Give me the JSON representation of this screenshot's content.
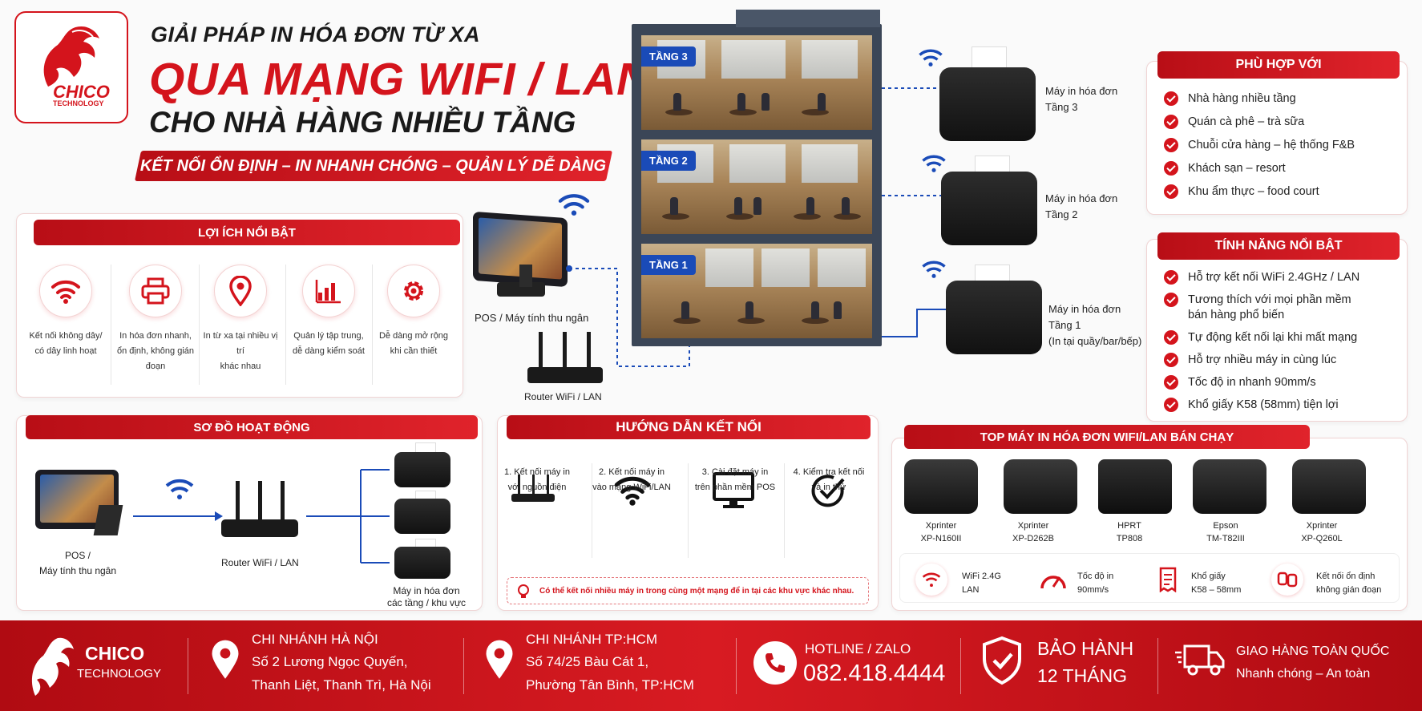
{
  "brand": {
    "name": "CHICO",
    "sub": "TECHNOLOGY"
  },
  "headline": {
    "line1": "GIẢI PHÁP IN HÓA ĐƠN TỪ XA",
    "line2": "QUA MẠNG WIFI / LAN",
    "line3": "CHO NHÀ HÀNG NHIỀU TẦNG",
    "slogan": "KẾT NỐI ỔN ĐỊNH – IN NHANH CHÓNG – QUẢN LÝ DỄ DÀNG"
  },
  "benefits": {
    "title": "LỢI ÍCH NỔI BẬT",
    "items": [
      {
        "l1": "Kết nối không dây/",
        "l2": "có dây linh hoạt",
        "icon": "wifi-icon"
      },
      {
        "l1": "In hóa đơn nhanh,",
        "l2": "ổn định, không gián đoạn",
        "icon": "printer-icon"
      },
      {
        "l1": "In từ xa tại nhiều vị trí",
        "l2": "khác nhau",
        "icon": "location-pin-icon"
      },
      {
        "l1": "Quản lý tập trung,",
        "l2": "dễ dàng kiểm soát",
        "icon": "bar-chart-icon"
      },
      {
        "l1": "Dễ dàng mở rộng",
        "l2": "khi cần thiết",
        "icon": "gear-icon"
      }
    ]
  },
  "floors": {
    "f3": "TẦNG 3",
    "f2": "TẦNG 2",
    "f1": "TẦNG 1"
  },
  "devices": {
    "pos": "POS / Máy tính thu ngân",
    "router": "Router WiFi / LAN"
  },
  "printers": {
    "p3": {
      "l1": "Máy in hóa đơn",
      "l2": "Tầng 3"
    },
    "p2": {
      "l1": "Máy in hóa đơn",
      "l2": "Tầng 2"
    },
    "p1": {
      "l1": "Máy in hóa đơn",
      "l2": "Tầng 1",
      "l3": "(In tại quầy/bar/bếp)"
    }
  },
  "suitable": {
    "title": "PHÙ HỢP VỚI",
    "items": [
      "Nhà hàng nhiều tầng",
      "Quán cà phê – trà sữa",
      "Chuỗi cửa hàng – hệ thống F&B",
      "Khách sạn – resort",
      "Khu ẩm thực – food court"
    ]
  },
  "features": {
    "title": "TÍNH NĂNG NỔI BẬT",
    "items": [
      "Hỗ trợ kết nối WiFi 2.4GHz / LAN",
      "Tương thích với mọi phần mềm",
      "bán hàng phổ biến",
      "Tự động kết nối lại khi mất mạng",
      "Hỗ trợ nhiều máy in cùng lúc",
      "Tốc độ in nhanh 90mm/s",
      "Khổ giấy K58 (58mm) tiện lợi"
    ]
  },
  "diagram": {
    "title": "SƠ ĐỒ HOẠT ĐỘNG",
    "pos1": "POS /",
    "pos2": "Máy tính thu ngân",
    "router": "Router WiFi / LAN",
    "pr1": "Máy in hóa đơn",
    "pr2": "các tầng / khu vực"
  },
  "guide": {
    "title": "HƯỚNG DẪN KẾT NỐI",
    "steps": [
      {
        "l1": "1. Kết nối máy in",
        "l2": "với nguồn điện",
        "icon": "router-icon"
      },
      {
        "l1": "2. Kết nối máy in",
        "l2": "vào mạng WiFi/LAN",
        "icon": "wifi-icon"
      },
      {
        "l1": "3. Cài đặt máy in",
        "l2": "trên phần mềm POS",
        "icon": "monitor-icon"
      },
      {
        "l1": "4. Kiểm tra kết nối",
        "l2": "và in thử",
        "icon": "check-circle-icon"
      }
    ],
    "note": "Có thể kết nối nhiều máy in trong cùng một mạng để in tại các khu vực khác nhau."
  },
  "top": {
    "title": "TOP MÁY IN HÓA ĐƠN WIFI/LAN BÁN CHẠY",
    "products": [
      {
        "brand": "Xprinter",
        "model": "XP-N160II"
      },
      {
        "brand": "Xprinter",
        "model": "XP-D262B"
      },
      {
        "brand": "HPRT",
        "model": "TP808"
      },
      {
        "brand": "Epson",
        "model": "TM-T82III"
      },
      {
        "brand": "Xprinter",
        "model": "XP-Q260L"
      }
    ],
    "feats": [
      {
        "l1": "WiFi 2.4G",
        "l2": "LAN",
        "icon": "wifi-icon"
      },
      {
        "l1": "Tốc độ in",
        "l2": "90mm/s",
        "icon": "speedometer-icon"
      },
      {
        "l1": "Khổ giấy",
        "l2": "K58 – 58mm",
        "icon": "receipt-icon"
      },
      {
        "l1": "Kết nối ổn định",
        "l2": "không gián đoạn",
        "icon": "link-icon"
      }
    ]
  },
  "footer": {
    "hn": {
      "title": "CHI NHÁNH HÀ NỘI",
      "l1": "Số 2 Lương Ngọc Quyến,",
      "l2": "Thanh Liệt, Thanh Trì, Hà Nội"
    },
    "hcm": {
      "title": "CHI NHÁNH TP:HCM",
      "l1": "Số 74/25 Bàu Cát 1,",
      "l2": "Phường Tân Bình, TP:HCM"
    },
    "hotline": {
      "label": "HOTLINE / ZALO",
      "number": "082.418.4444"
    },
    "warranty": {
      "l1": "BẢO HÀNH",
      "l2": "12 THÁNG"
    },
    "delivery": {
      "l1": "GIAO HÀNG TOÀN QUỐC",
      "l2": "Nhanh chóng – An toàn"
    }
  },
  "colors": {
    "brand_red": "#d4141c",
    "floor_tag_blue": "#1a4bb8"
  }
}
